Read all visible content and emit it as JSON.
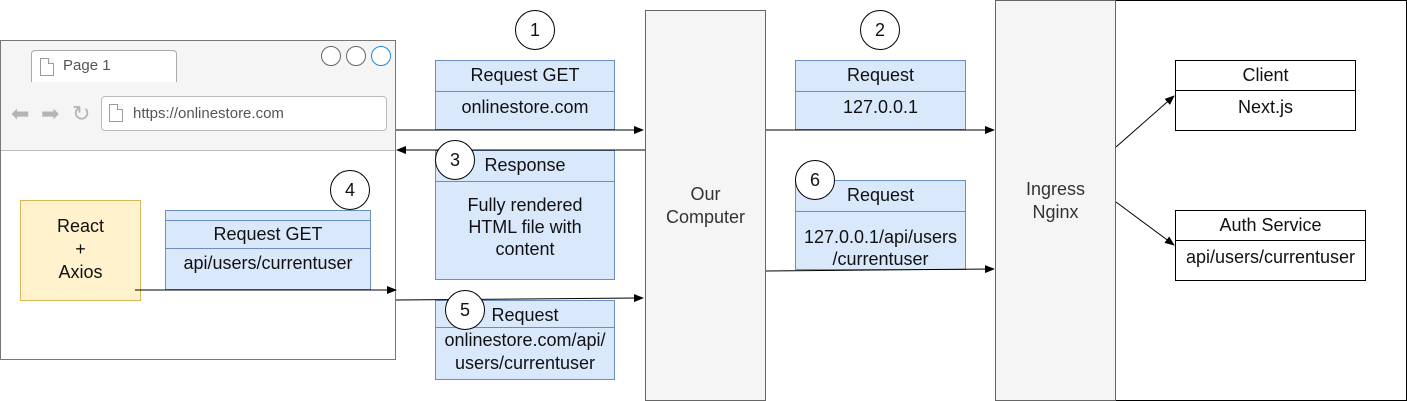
{
  "browser": {
    "tab_label": "Page 1",
    "url": "https://onlinestore.com",
    "nav_icons": [
      "back-arrow-icon",
      "forward-arrow-icon",
      "refresh-icon"
    ]
  },
  "react_box": {
    "line1": "React",
    "line2": "+",
    "line3": "Axios"
  },
  "steps": [
    "1",
    "2",
    "3",
    "4",
    "5",
    "6"
  ],
  "boxes": {
    "req1": {
      "title": "Request GET",
      "body": "onlinestore.com"
    },
    "resp3": {
      "title": "Response",
      "body_lines": [
        "Fully rendered",
        "HTML file with",
        "content"
      ]
    },
    "req4": {
      "title": "Request GET",
      "body": "api/users/currentuser"
    },
    "req5": {
      "title": "Request",
      "body_lines": [
        "onlinestore.com/api/",
        "users/currentuser"
      ]
    },
    "req2": {
      "title": "Request",
      "body": "127.0.0.1"
    },
    "req6": {
      "title": "Request",
      "body_lines": [
        "127.0.0.1/api/users",
        "/currentuser"
      ]
    }
  },
  "our_computer": {
    "line1": "Our",
    "line2": "Computer"
  },
  "ingress": {
    "line1": "Ingress",
    "line2": "Nginx"
  },
  "client": {
    "title": "Client",
    "body": "Next.js"
  },
  "auth_service": {
    "title": "Auth Service",
    "body": "api/users/currentuser"
  }
}
